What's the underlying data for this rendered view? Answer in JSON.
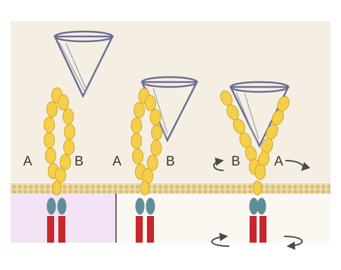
{
  "panels": [
    {
      "id": "unbound",
      "left_chain_label": "A",
      "right_chain_label": "B"
    },
    {
      "id": "one-arm-bound",
      "left_chain_label": "A",
      "right_chain_label": "B"
    },
    {
      "id": "rotated-dimer",
      "left_chain_label": "B",
      "right_chain_label": "A"
    }
  ],
  "colors": {
    "ellipse_fill": "#f5cf4a",
    "ellipse_stroke": "#d3a226",
    "membrane_fill": "#efdca9",
    "membrane_bead": "#d9bf7c",
    "extracellular_fill": "#f4efe2",
    "cytoplasm_fill": "#f3e3f5",
    "cone_stroke": "#6d6b92",
    "teal_domain": "#5f8f96",
    "tm_segment": "#c8262d",
    "arrow_color": "#4a4a4a"
  },
  "icons": [
    "ligand-cone-icon",
    "rotation-arrow-icon",
    "bilayer-bead-icon"
  ]
}
